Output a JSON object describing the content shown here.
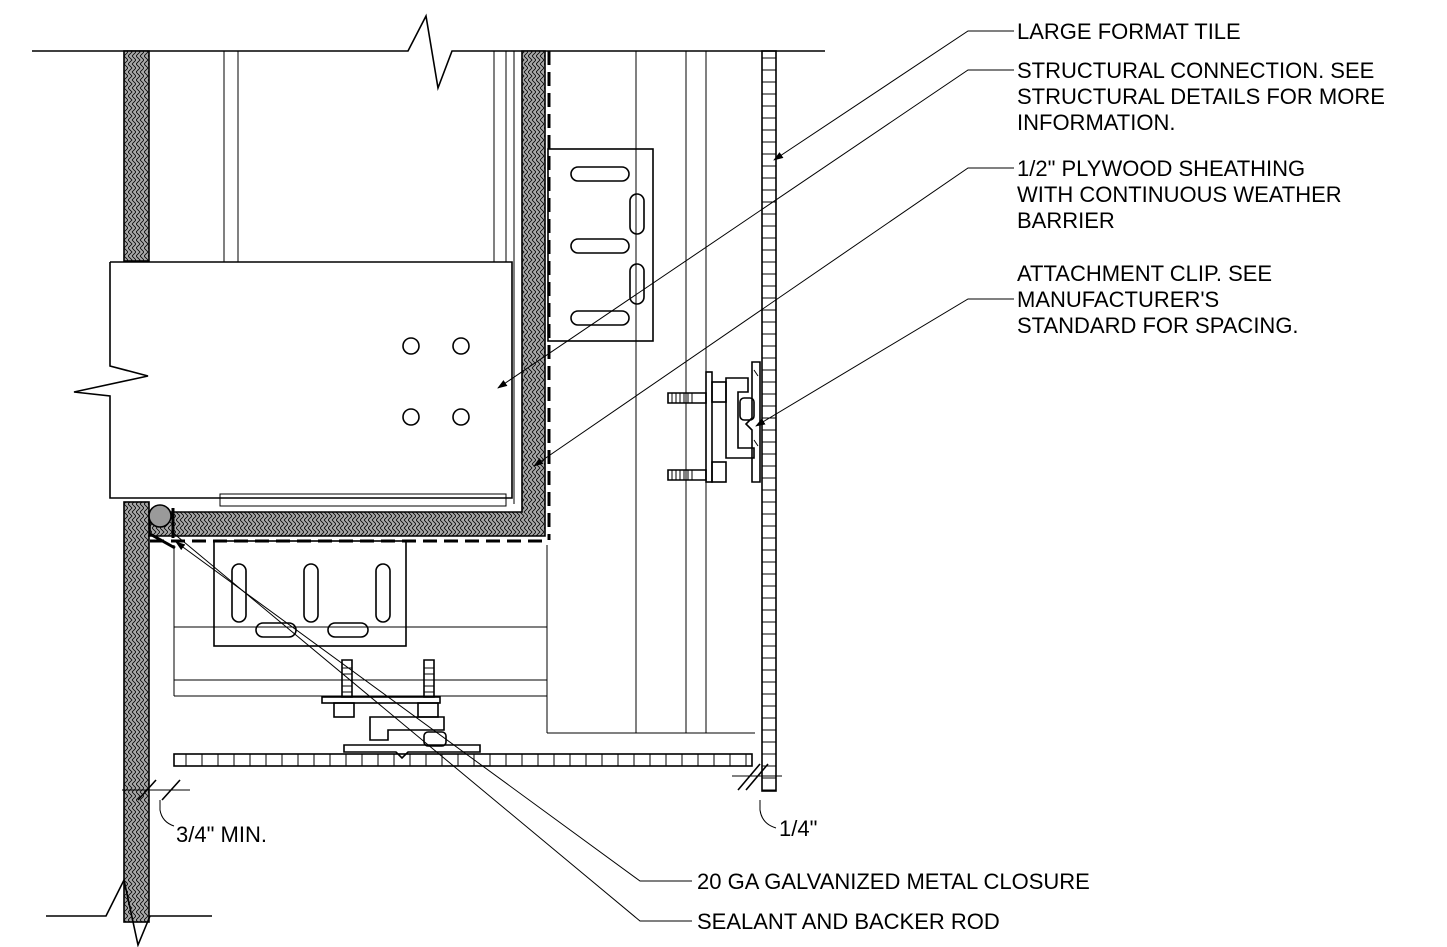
{
  "callouts": {
    "large_format_tile": [
      "LARGE FORMAT TILE"
    ],
    "structural_connection": [
      "STRUCTURAL CONNECTION. SEE",
      "STRUCTURAL DETAILS FOR MORE",
      "INFORMATION."
    ],
    "plywood_sheathing": [
      "1/2\" PLYWOOD SHEATHING",
      "WITH CONTINUOUS WEATHER",
      "BARRIER"
    ],
    "attachment_clip": [
      "ATTACHMENT CLIP. SEE",
      "MANUFACTURER'S",
      "STANDARD FOR SPACING."
    ],
    "metal_closure": [
      "20 GA GALVANIZED METAL CLOSURE"
    ],
    "sealant_backer_rod": [
      "SEALANT AND BACKER ROD"
    ]
  },
  "dimensions": {
    "joint_min": "3/4\" MIN.",
    "tile_gap": "1/4\""
  },
  "colors": {
    "line": "#000000",
    "insulation_fill": "#a8a8a8",
    "backer_rod": "#9a9a9a",
    "background": "#ffffff"
  }
}
